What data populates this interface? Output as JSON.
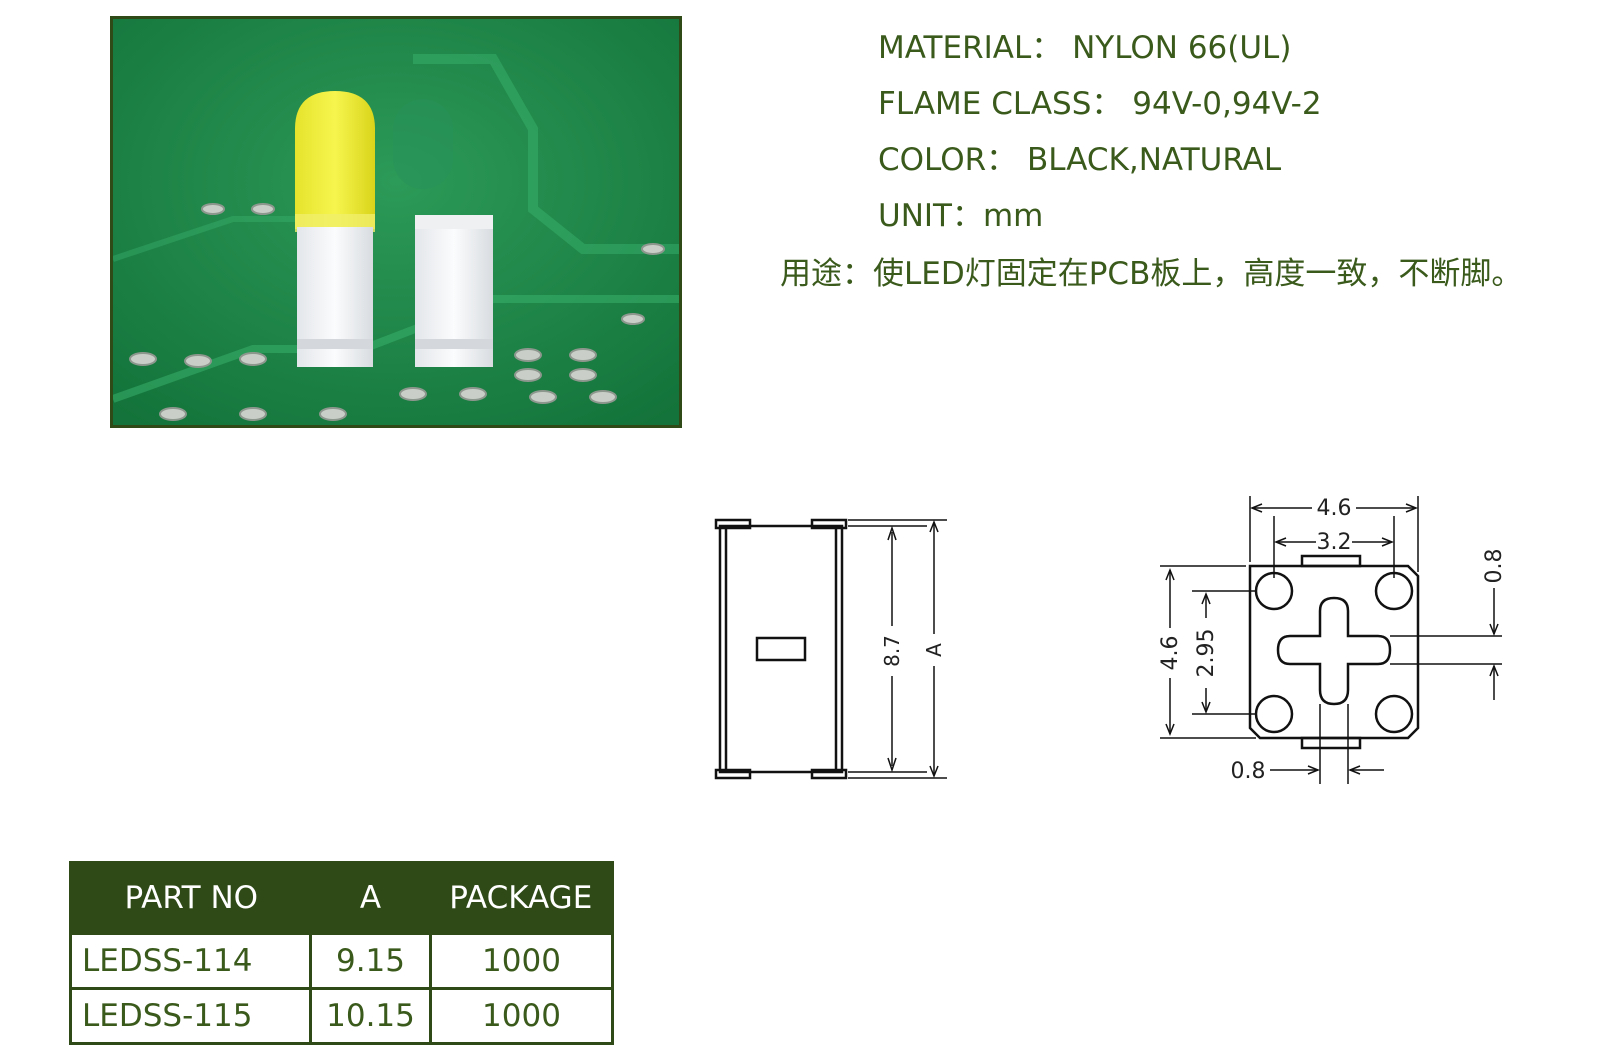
{
  "specs": {
    "material": "MATERIAL： NYLON 66(UL)",
    "flame_class": "FLAME CLASS： 94V-0,94V-2",
    "color": "COLOR： BLACK,NATURAL",
    "unit": "UNIT：mm",
    "usage": "用途：使LED灯固定在PCB板上，高度一致，不断脚。"
  },
  "drawing": {
    "side_dims": {
      "height": "8.7",
      "overall": "A"
    },
    "top_dims": {
      "width_outer": "4.6",
      "width_inner": "3.2",
      "height_outer": "4.6",
      "height_inner": "2.95",
      "tab_right": "0.8",
      "tab_bottom": "0.8"
    }
  },
  "table": {
    "headers": [
      "PART NO",
      "A",
      "PACKAGE"
    ],
    "rows": [
      [
        "LEDSS-114",
        "9.15",
        "1000"
      ],
      [
        "LEDSS-115",
        "10.15",
        "1000"
      ]
    ]
  },
  "colors": {
    "accent_green": "#2f4a17",
    "text_green": "#3a5a1c",
    "pcb_green": "#1f8a4c"
  }
}
